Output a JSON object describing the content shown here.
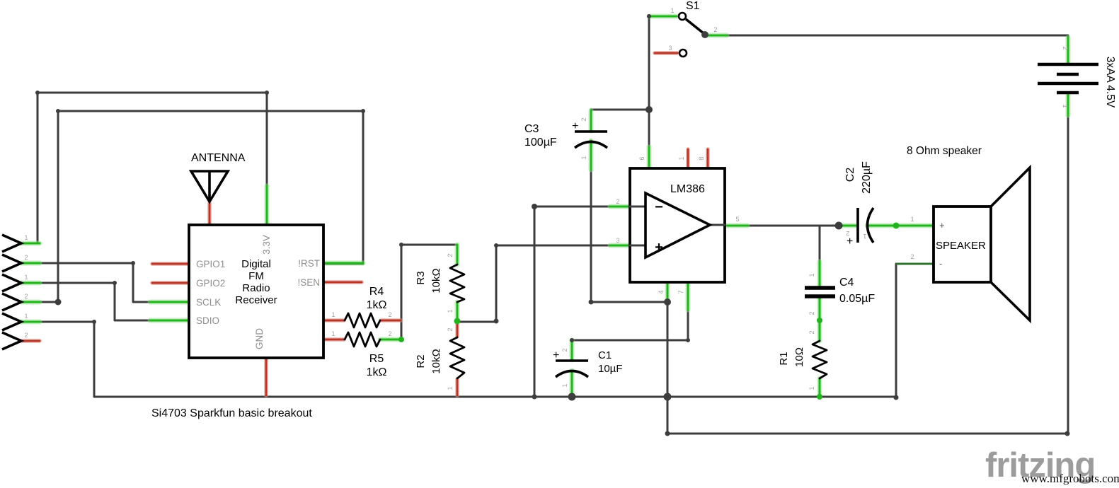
{
  "caption": "Si4703 Sparkfun basic breakout",
  "watermark": {
    "brand": "fritzing",
    "site": "www.mfgrobots.com"
  },
  "connectors": {
    "pins": [
      "1",
      "2",
      "1",
      "2",
      "1",
      "2"
    ]
  },
  "antenna": {
    "label": "ANTENNA"
  },
  "chip": {
    "pin_gpio1": "GPIO1",
    "pin_gpio2": "GPIO2",
    "pin_sclk": "SCLK",
    "pin_sdio": "SDIO",
    "pin_rst": "!RST",
    "pin_sen": "!SEN",
    "pin_33v": "3.3V",
    "pin_gnd": "GND",
    "line1": "Digital",
    "line2": "FM",
    "line3": "Radio",
    "line4": "Receiver"
  },
  "switch": {
    "label": "S1",
    "pin1": "1",
    "pin2": "2",
    "pin3": "3"
  },
  "battery": {
    "label": "3xAA 4.5V",
    "pin1": "1",
    "pin2": "2"
  },
  "lm386": {
    "label": "LM386",
    "minus": "−",
    "plus": "+",
    "pin1": "1",
    "pin2": "2",
    "pin3": "3",
    "pin4": "4",
    "pin5": "5",
    "pin6": "6",
    "pin7": "7",
    "pin8": "8"
  },
  "r1": {
    "name": "R1",
    "value": "10Ω",
    "pin1": "1",
    "pin2": "2"
  },
  "r2": {
    "name": "R2",
    "value": "10kΩ",
    "pin1": "1",
    "pin2": "2"
  },
  "r3": {
    "name": "R3",
    "value": "10kΩ",
    "pin1": "1",
    "pin2": "2"
  },
  "r4": {
    "name": "R4",
    "value": "1kΩ",
    "pin1": "1",
    "pin2": "2"
  },
  "r5": {
    "name": "R5",
    "value": "1kΩ",
    "pin1": "1",
    "pin2": "2"
  },
  "c1": {
    "name": "C1",
    "value": "10µF",
    "plus": "+",
    "pin1": "1",
    "pin2": "2"
  },
  "c2": {
    "name": "C2",
    "value": "220µF",
    "plus": "+",
    "pin1": "1",
    "pin2": "2"
  },
  "c3": {
    "name": "C3",
    "value": "100µF",
    "plus": "+",
    "pin1": "1",
    "pin2": "2"
  },
  "c4": {
    "name": "C4",
    "value": "0.05µF",
    "pin1": "1",
    "pin2": "2"
  },
  "speaker": {
    "label": "SPEAKER",
    "plus": "+",
    "minus": "-",
    "note": "8 Ohm speaker",
    "pin1": "1",
    "pin2": "2"
  }
}
